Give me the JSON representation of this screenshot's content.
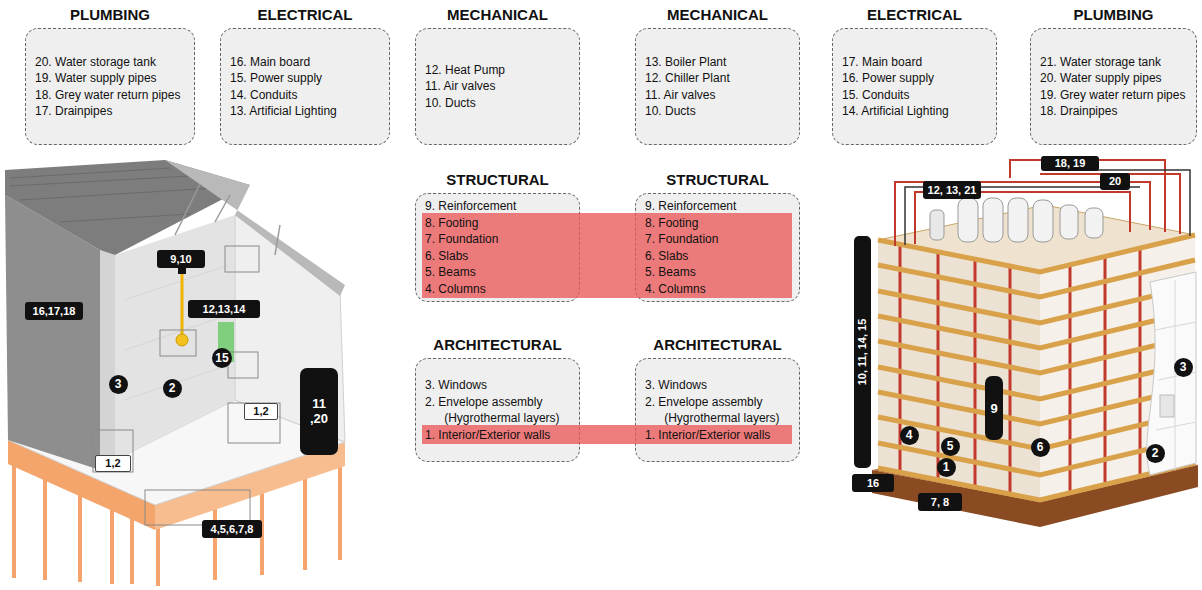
{
  "diagram": {
    "nodes": [
      {
        "text": [
          "PLUMBING",
          "20. Water storage tank",
          "19. Water supply pipes",
          "18. Grey water return pipes",
          "17. Drainpipes"
        ]
      },
      {
        "text": [
          "ELECTRICAL",
          "16. Main board",
          "15. Power supply",
          "14. Conduits",
          "13. Artificial Lighting"
        ]
      },
      {
        "text": [
          "MECHANICAL",
          "12. Heat Pump",
          "11. Air valves",
          "10. Ducts"
        ]
      },
      {
        "text": [
          "MECHANICAL",
          "13. Boiler Plant",
          "12. Chiller Plant",
          "11. Air valves",
          "10. Ducts"
        ]
      },
      {
        "text": [
          "ELECTRICAL",
          "17. Main board",
          "16. Power supply",
          "15. Conduits",
          "14. Artificial Lighting"
        ]
      },
      {
        "text": [
          "PLUMBING",
          "21. Water storage tank",
          "20. Water supply pipes",
          "19. Grey water return pipes",
          "18. Drainpipes"
        ]
      },
      {
        "text": [
          "STRUCTURAL",
          "9. Reinforcement",
          "8. Footing",
          "7. Foundation",
          "6. Slabs",
          "5. Beams",
          "4. Columns"
        ]
      },
      {
        "text": [
          "STRUCTURAL",
          "9. Reinforcement",
          "8. Footing",
          "7. Foundation",
          "6. Slabs",
          "5. Beams",
          "4. Columns"
        ]
      },
      {
        "text": [
          "ARCHITECTURAL",
          "3. Windows",
          "2. Envelope assembly (Hygrothermal layers)",
          "1. Interior/Exterior walls"
        ]
      },
      {
        "text": [
          "ARCHITECTURAL",
          "3. Windows",
          "2. Envelope assembly (Hygrothermal layers)",
          "1. Interior/Exterior walls"
        ]
      }
    ],
    "labels": [
      "9,10",
      "16,17,18",
      "12,13,14",
      "15",
      "3",
      "2",
      "1,2",
      "11 ,20",
      "1,2",
      "4,5,6,7,8",
      "18, 19",
      "20",
      "12, 13, 21",
      "10, 11, 14, 15",
      "9",
      "3",
      "4",
      "5",
      "6",
      "2",
      "1",
      "16",
      "7, 8"
    ]
  }
}
